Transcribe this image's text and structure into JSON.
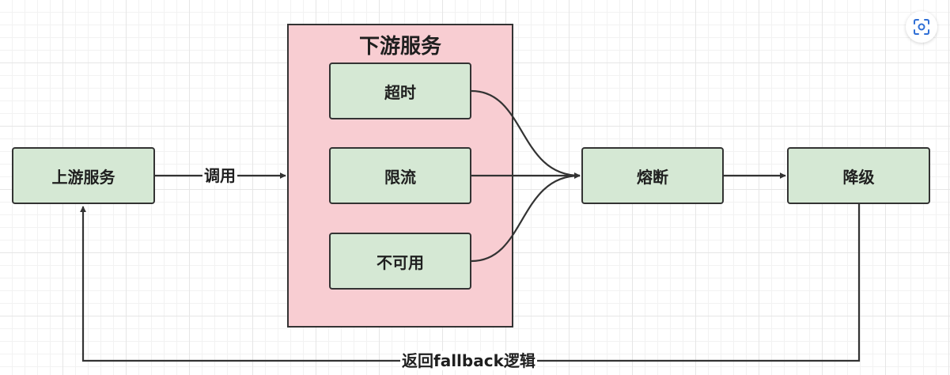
{
  "diagram": {
    "group": {
      "title": "下游服务"
    },
    "nodes": {
      "upstream": "上游服务",
      "timeout": "超时",
      "rate_limit": "限流",
      "unavailable": "不可用",
      "circuit_breaker": "熔断",
      "degrade": "降级"
    },
    "edges": {
      "call": "调用",
      "fallback": "返回fallback逻辑"
    }
  },
  "toolbar": {
    "action_icon": "scan-focus-icon"
  },
  "colors": {
    "group_fill": "#f8cdd2",
    "node_fill": "#d5e8d4",
    "stroke": "#333333"
  }
}
